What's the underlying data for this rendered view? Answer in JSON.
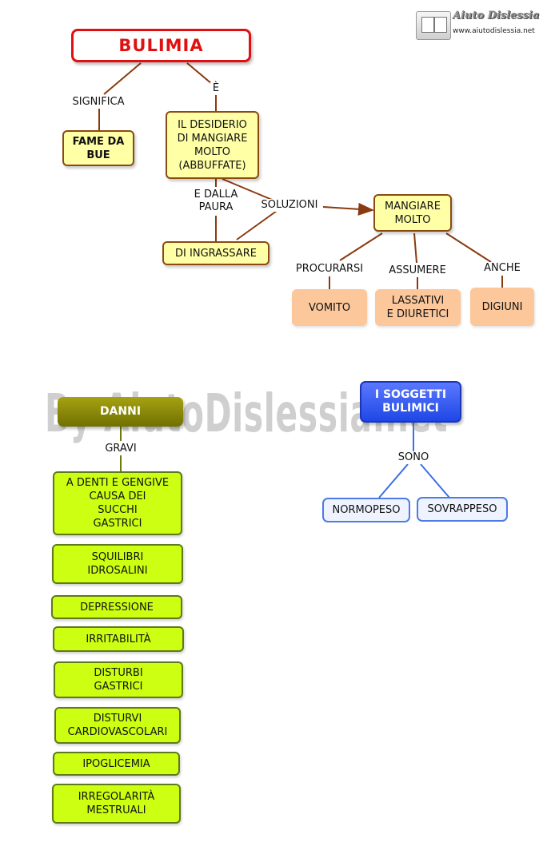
{
  "logo": {
    "name": "Aiuto Dislessia",
    "url": "www.aiutodislessia.net"
  },
  "watermark": "By AiutoDislessia.net",
  "map1": {
    "title": "BULIMIA",
    "link_significa": "SIGNIFICA",
    "link_e": "È",
    "fame": "FAME DA\nBUE",
    "desiderio": "IL DESIDERIO\nDI MANGIARE\nMOLTO\n(ABBUFFATE)",
    "link_paura": "E DALLA\nPAURA",
    "link_soluzioni": "SOLUZIONI",
    "ingrassare": "DI INGRASSARE",
    "mangiare": "MANGIARE\nMOLTO",
    "link_procurarsi": "PROCURARSI",
    "link_assumere": "ASSUMERE",
    "link_anche": "ANCHE",
    "vomito": "VOMITO",
    "lassativi": "LASSATIVI\nE DIURETICI",
    "digiuni": "DIGIUNI"
  },
  "map2": {
    "title": "DANNI",
    "link_gravi": "GRAVI",
    "items": [
      "A DENTI E GENGIVE\nCAUSA DEI\nSUCCHI\nGASTRICI",
      "SQUILIBRI\nIDROSALINI",
      "DEPRESSIONE",
      "IRRITABILITÀ",
      "DISTURBI\nGASTRICI",
      "DISTURVI\nCARDIOVASCOLARI",
      "IPOGLICEMIA",
      "IRREGOLARITÀ\nMESTRUALI"
    ]
  },
  "map3": {
    "title": "I SOGGETTI\nBULIMICI",
    "link_sono": "SONO",
    "normopeso": "NORMOPESO",
    "sovrappeso": "SOVRAPPESO"
  }
}
